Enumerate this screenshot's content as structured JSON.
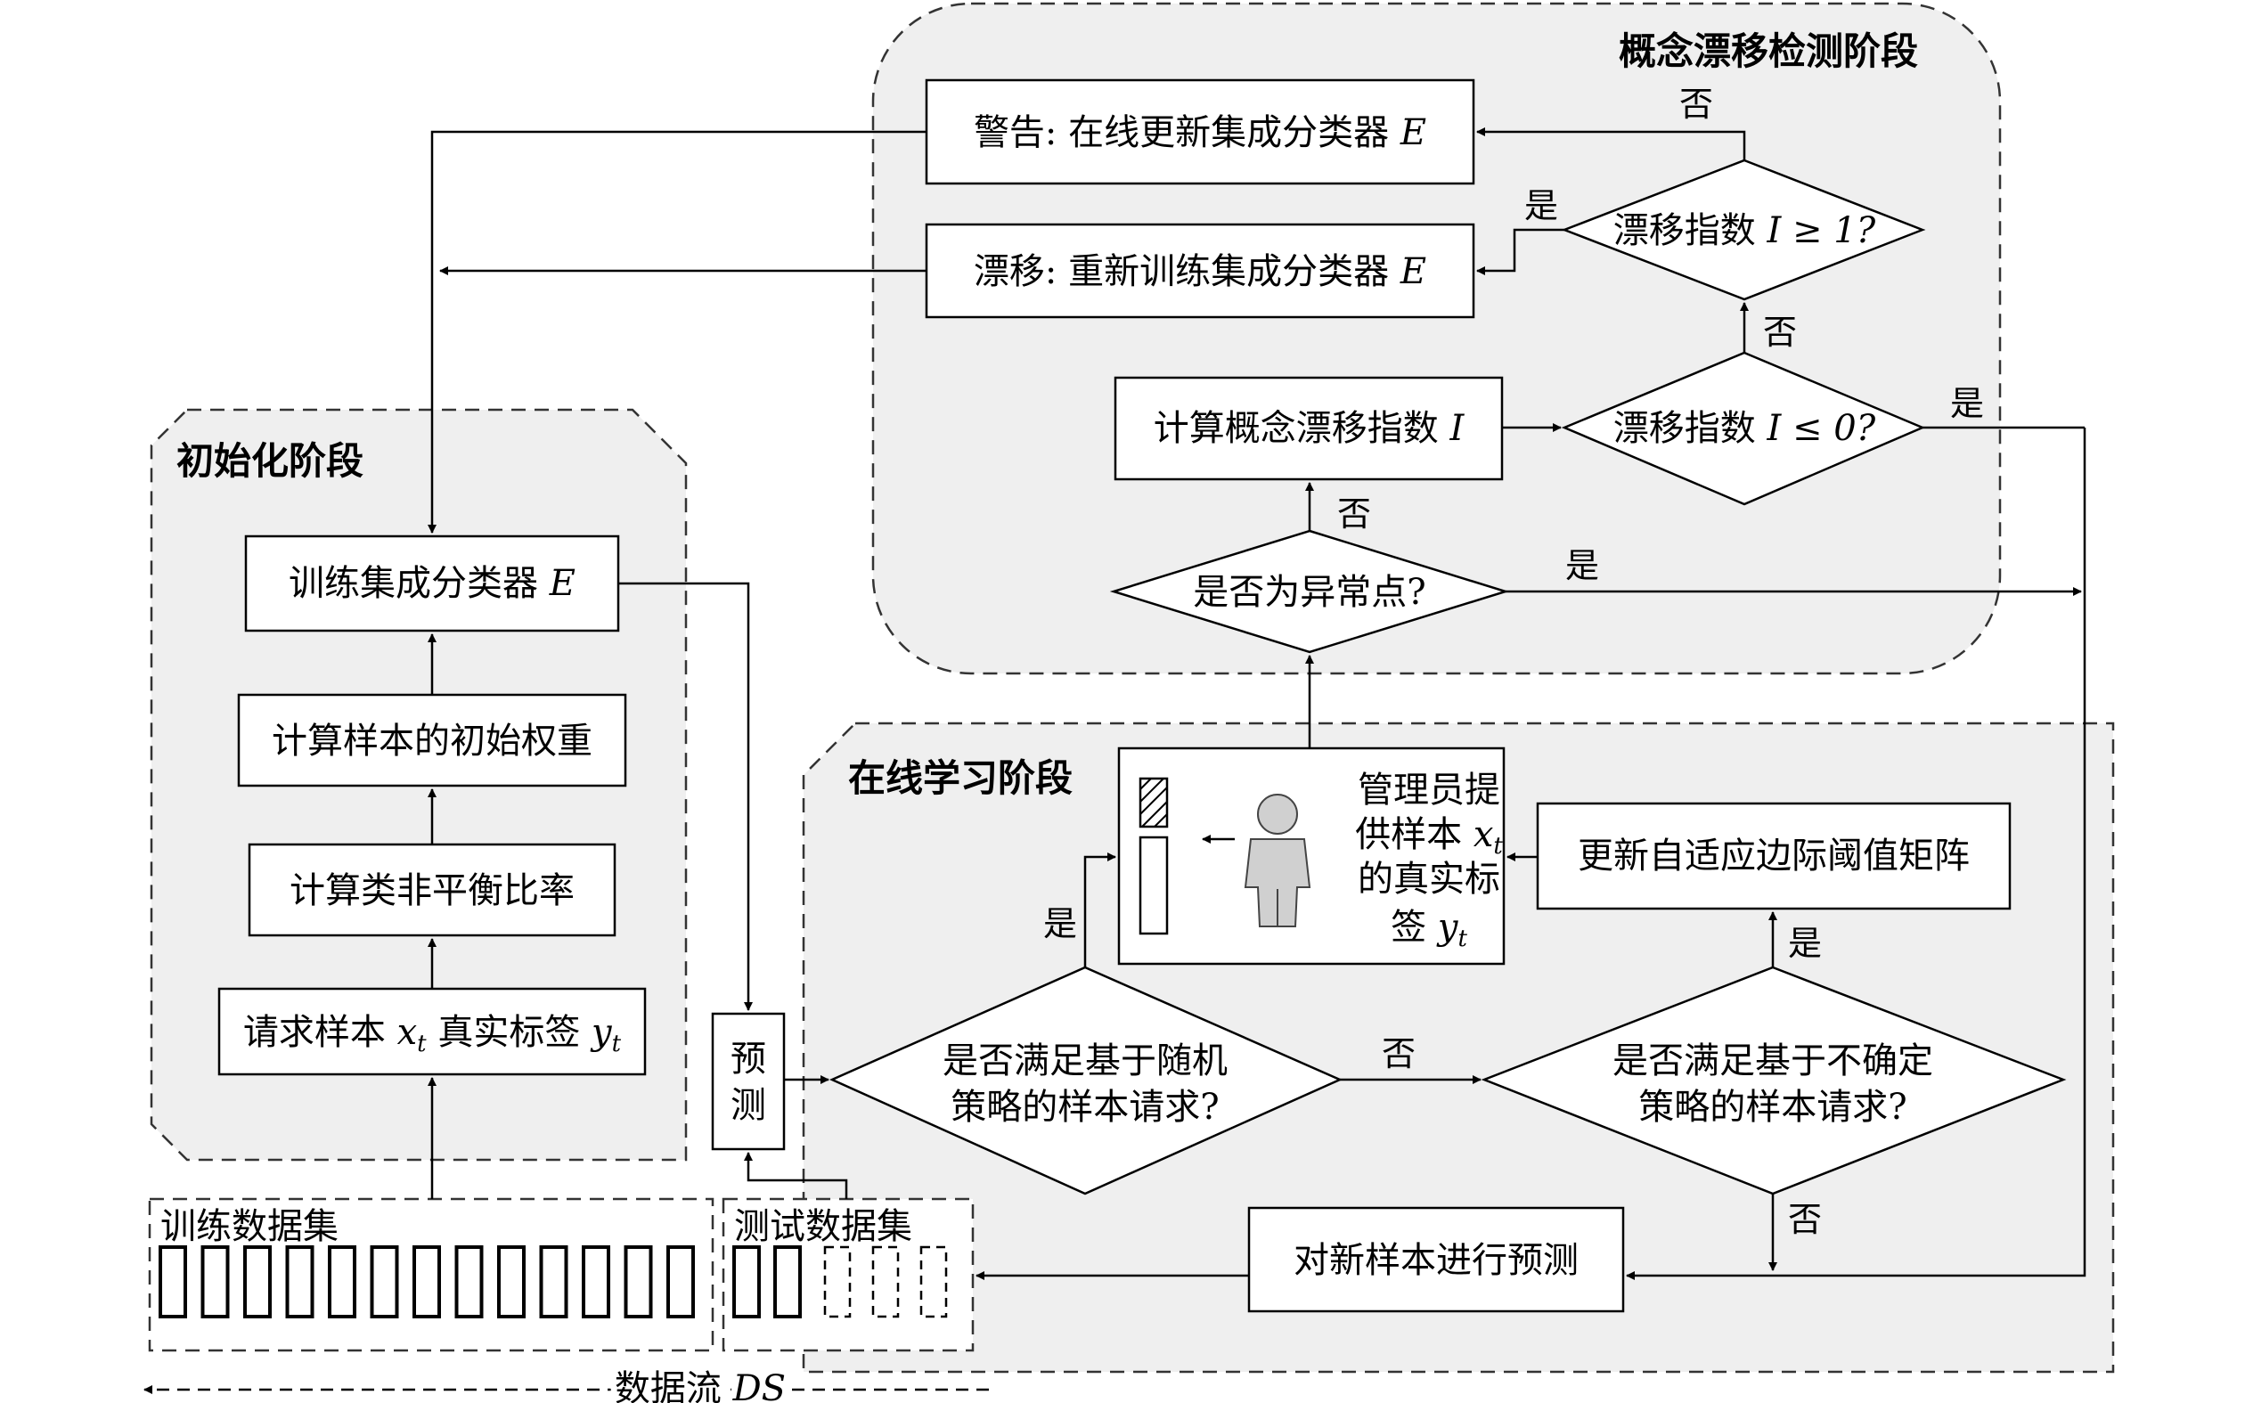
{
  "regions": {
    "init": "初始化阶段",
    "drift": "概念漂移检测阶段",
    "online": "在线学习阶段"
  },
  "init_boxes": {
    "train": "训练集成分类器",
    "train_var": "E",
    "weights": "计算样本的初始权重",
    "imbalance": "计算类非平衡比率",
    "request_a": "请求样本",
    "request_xt": "x",
    "request_t1": "t",
    "request_b": "真实标签",
    "request_yt": "y",
    "request_t2": "t"
  },
  "drift_boxes": {
    "warning": "警告: 在线更新集成分类器",
    "warning_var": "E",
    "retrain": "漂移: 重新训练集成分类器",
    "retrain_var": "E",
    "compute": "计算概念漂移指数",
    "compute_var": "I",
    "d_ge1_a": "漂移指数",
    "d_ge1_b": "I ≥ 1?",
    "d_le0_a": "漂移指数",
    "d_le0_b": "I ≤ 0?",
    "d_outlier": "是否为异常点?"
  },
  "online_boxes": {
    "predict_1": "预",
    "predict_2": "测",
    "d_random_1": "是否满足基于随机",
    "d_random_2": "策略的样本请求?",
    "d_uncert_1": "是否满足基于不确定",
    "d_uncert_2": "策略的样本请求?",
    "update": "更新自适应边际阈值矩阵",
    "admin_1": "管理员提",
    "admin_2a": "供样本",
    "admin_2x": "x",
    "admin_2t": "t",
    "admin_3": "的真实标",
    "admin_4a": "签",
    "admin_4y": "y",
    "admin_4t": "t",
    "new_predict": "对新样本进行预测"
  },
  "edge_labels": {
    "yes": "是",
    "no": "否"
  },
  "stream": {
    "train_set": "训练数据集",
    "test_set": "测试数据集",
    "flow_a": "数据流",
    "flow_var": "DS"
  }
}
